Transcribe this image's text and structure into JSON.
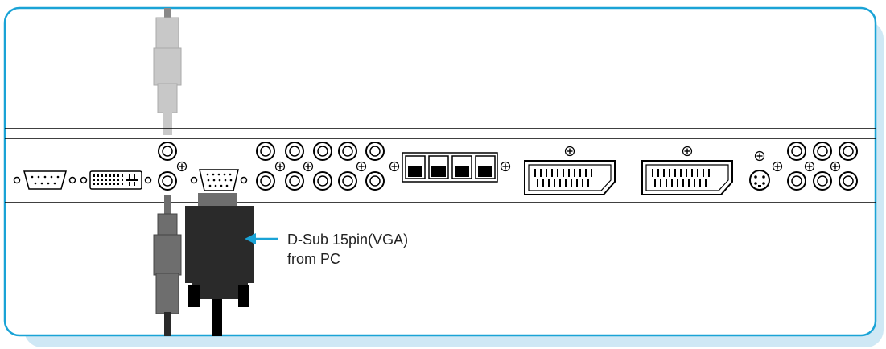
{
  "annotation": {
    "line1": "D-Sub 15pin(VGA)",
    "line2": "from PC"
  },
  "colors": {
    "frame_border": "#1aa3d6",
    "shadow": "#cfe8f5",
    "arrow": "#1aa3d6",
    "cable_light": "#c8c8c8",
    "cable_mid": "#6e6e6e",
    "cable_dark": "#2a2a2a",
    "panel_line": "#000000"
  },
  "icons": {
    "screw": "plus-circle",
    "callout_arrow": "arrow-left"
  }
}
